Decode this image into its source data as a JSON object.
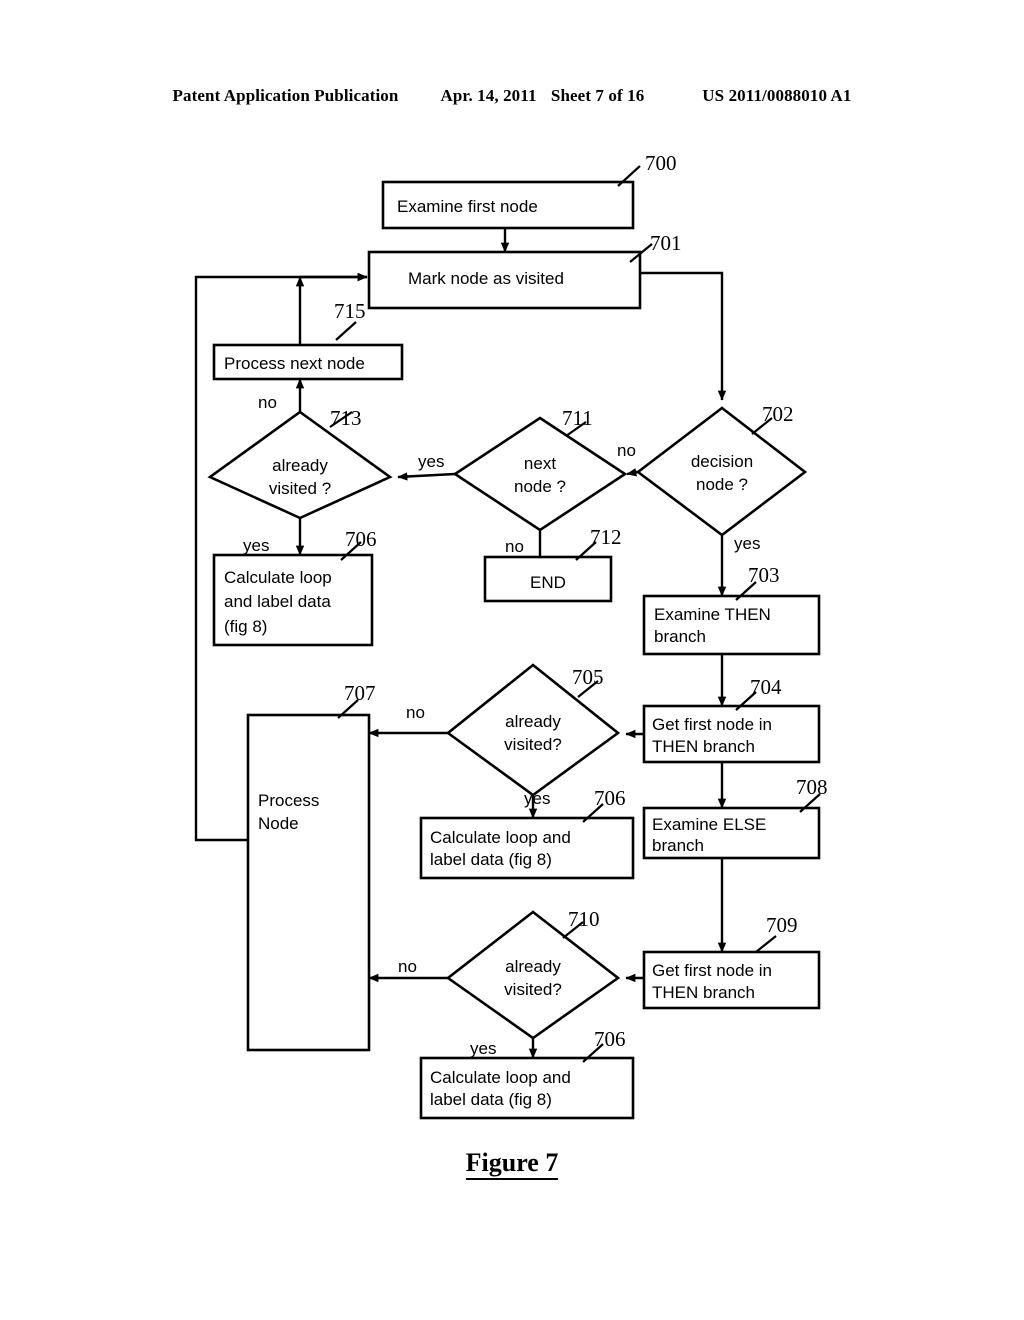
{
  "header": {
    "left": "Patent Application Publication",
    "date": "Apr. 14, 2011",
    "sheet": "Sheet 7 of 16",
    "patent_number": "US 2011/0088010 A1"
  },
  "figure": {
    "caption": "Figure 7"
  },
  "chart_data": {
    "type": "diagram",
    "title": "Figure 7",
    "subtype": "flowchart",
    "nodes": [
      {
        "ref": "700",
        "shape": "process",
        "lines": [
          "Examine first node"
        ]
      },
      {
        "ref": "701",
        "shape": "process",
        "lines": [
          "Mark node as visited"
        ]
      },
      {
        "ref": "715",
        "shape": "process",
        "lines": [
          "Process next node"
        ]
      },
      {
        "ref": "713",
        "shape": "decision",
        "lines": [
          "already",
          "visited ?"
        ]
      },
      {
        "ref": "711",
        "shape": "decision",
        "lines": [
          "next",
          "node ?"
        ]
      },
      {
        "ref": "702",
        "shape": "decision",
        "lines": [
          "decision",
          "node ?"
        ]
      },
      {
        "ref": "706",
        "shape": "process",
        "lines": [
          "Calculate loop",
          "and label data",
          "(fig 8)"
        ]
      },
      {
        "ref": "712",
        "shape": "terminator",
        "lines": [
          "END"
        ]
      },
      {
        "ref": "703",
        "shape": "process",
        "lines": [
          "Examine THEN",
          "branch"
        ]
      },
      {
        "ref": "704",
        "shape": "process",
        "lines": [
          "Get first node in",
          "THEN branch"
        ]
      },
      {
        "ref": "707",
        "shape": "process",
        "lines": [
          "Process",
          "Node"
        ]
      },
      {
        "ref": "705",
        "shape": "decision",
        "lines": [
          "already",
          "visited?"
        ]
      },
      {
        "ref": "706b",
        "shape": "process",
        "lines": [
          "Calculate loop and",
          "label data (fig 8)"
        ]
      },
      {
        "ref": "708",
        "shape": "process",
        "lines": [
          "Examine ELSE",
          "branch"
        ]
      },
      {
        "ref": "709",
        "shape": "process",
        "lines": [
          "Get first node in",
          "THEN branch"
        ]
      },
      {
        "ref": "710",
        "shape": "decision",
        "lines": [
          "already",
          "visited?"
        ]
      },
      {
        "ref": "706c",
        "shape": "process",
        "lines": [
          "Calculate loop and",
          "label data (fig 8)"
        ]
      }
    ],
    "edges": [
      {
        "from": "700",
        "to": "701",
        "label": ""
      },
      {
        "from": "701",
        "to": "702",
        "label": ""
      },
      {
        "from": "702",
        "to": "711",
        "label": "no"
      },
      {
        "from": "702",
        "to": "703",
        "label": "yes"
      },
      {
        "from": "711",
        "to": "713",
        "label": "yes"
      },
      {
        "from": "711",
        "to": "712",
        "label": "no"
      },
      {
        "from": "713",
        "to": "715",
        "label": "no"
      },
      {
        "from": "713",
        "to": "706",
        "label": "yes"
      },
      {
        "from": "715",
        "to": "701",
        "label": ""
      },
      {
        "from": "703",
        "to": "704",
        "label": ""
      },
      {
        "from": "704",
        "to": "705",
        "label": ""
      },
      {
        "from": "704",
        "to": "708",
        "label": ""
      },
      {
        "from": "705",
        "to": "707",
        "label": "no"
      },
      {
        "from": "705",
        "to": "706b",
        "label": "yes"
      },
      {
        "from": "708",
        "to": "709",
        "label": ""
      },
      {
        "from": "709",
        "to": "710",
        "label": ""
      },
      {
        "from": "710",
        "to": "707",
        "label": "no"
      },
      {
        "from": "710",
        "to": "706c",
        "label": "yes"
      },
      {
        "from": "707",
        "to": "701",
        "label": ""
      }
    ]
  },
  "labels": {
    "n700_l1": "Examine first node",
    "n701_l1": "Mark node as visited",
    "n715_l1": "Process next node",
    "n713_l1": "already",
    "n713_l2": "visited ?",
    "n711_l1": "next",
    "n711_l2": "node ?",
    "n702_l1": "decision",
    "n702_l2": "node ?",
    "n706_l1": "Calculate loop",
    "n706_l2": "and label data",
    "n706_l3": "(fig 8)",
    "n712_l1": "END",
    "n703_l1": "Examine THEN",
    "n703_l2": "branch",
    "n704_l1": "Get first node in",
    "n704_l2": "THEN branch",
    "n707_l1": "Process",
    "n707_l2": "Node",
    "n705_l1": "already",
    "n705_l2": "visited?",
    "n706b_l1": "Calculate loop and",
    "n706b_l2": "label data (fig 8)",
    "n708_l1": "Examine ELSE",
    "n708_l2": "branch",
    "n709_l1": "Get first node in",
    "n709_l2": "THEN branch",
    "n710_l1": "already",
    "n710_l2": "visited?",
    "n706c_l1": "Calculate loop and",
    "n706c_l2": "label data (fig 8)"
  },
  "refs": {
    "r700": "700",
    "r701": "701",
    "r715": "715",
    "r713": "713",
    "r711": "711",
    "r702": "702",
    "r706": "706",
    "r712": "712",
    "r703": "703",
    "r704": "704",
    "r707": "707",
    "r705": "705",
    "r706b": "706",
    "r708": "708",
    "r709": "709",
    "r710": "710",
    "r706c": "706"
  },
  "edge_labels": {
    "e713_no": "no",
    "e713_yes": "yes",
    "e711_yes": "yes",
    "e711_no": "no",
    "e702_no": "no",
    "e702_yes": "yes",
    "e705_no": "no",
    "e705_yes": "yes",
    "e710_no": "no",
    "e710_yes": "yes"
  }
}
